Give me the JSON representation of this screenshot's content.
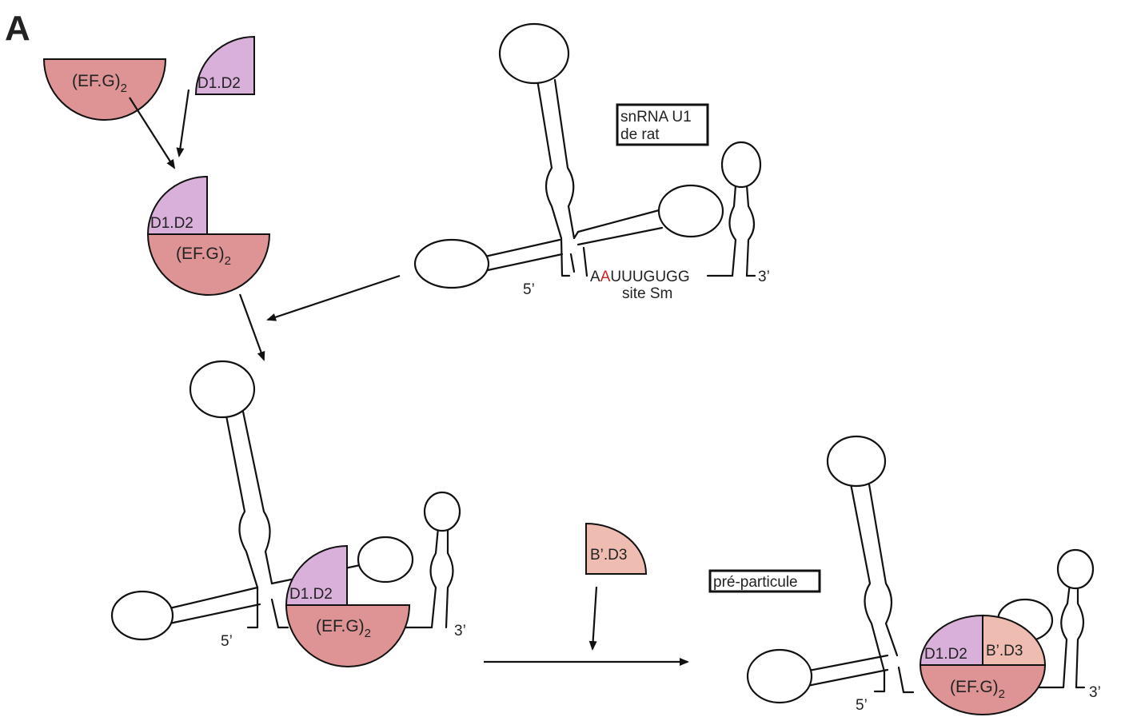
{
  "figure": {
    "panel_letter": "A",
    "title_box": {
      "line1": "snRNA U1",
      "line2": "de rat"
    },
    "preparticle_box": "pré-particule"
  },
  "proteins": {
    "efg": "(EF.G)",
    "efg_subscript": "2",
    "d1d2": "D1.D2",
    "bd3": "B’.D3"
  },
  "rna_labels": {
    "five_prime": "5’",
    "three_prime": "3’",
    "sm_site_pre": "A",
    "sm_site_red": "A",
    "sm_site_post": "UUUGUGG",
    "sm_site_caption": "site Sm"
  },
  "colors": {
    "efg": "#de9494",
    "d1d2": "#d9b0d9",
    "bd3": "#efbcb2",
    "sm_highlight": "#cc2222",
    "line": "#111111"
  }
}
